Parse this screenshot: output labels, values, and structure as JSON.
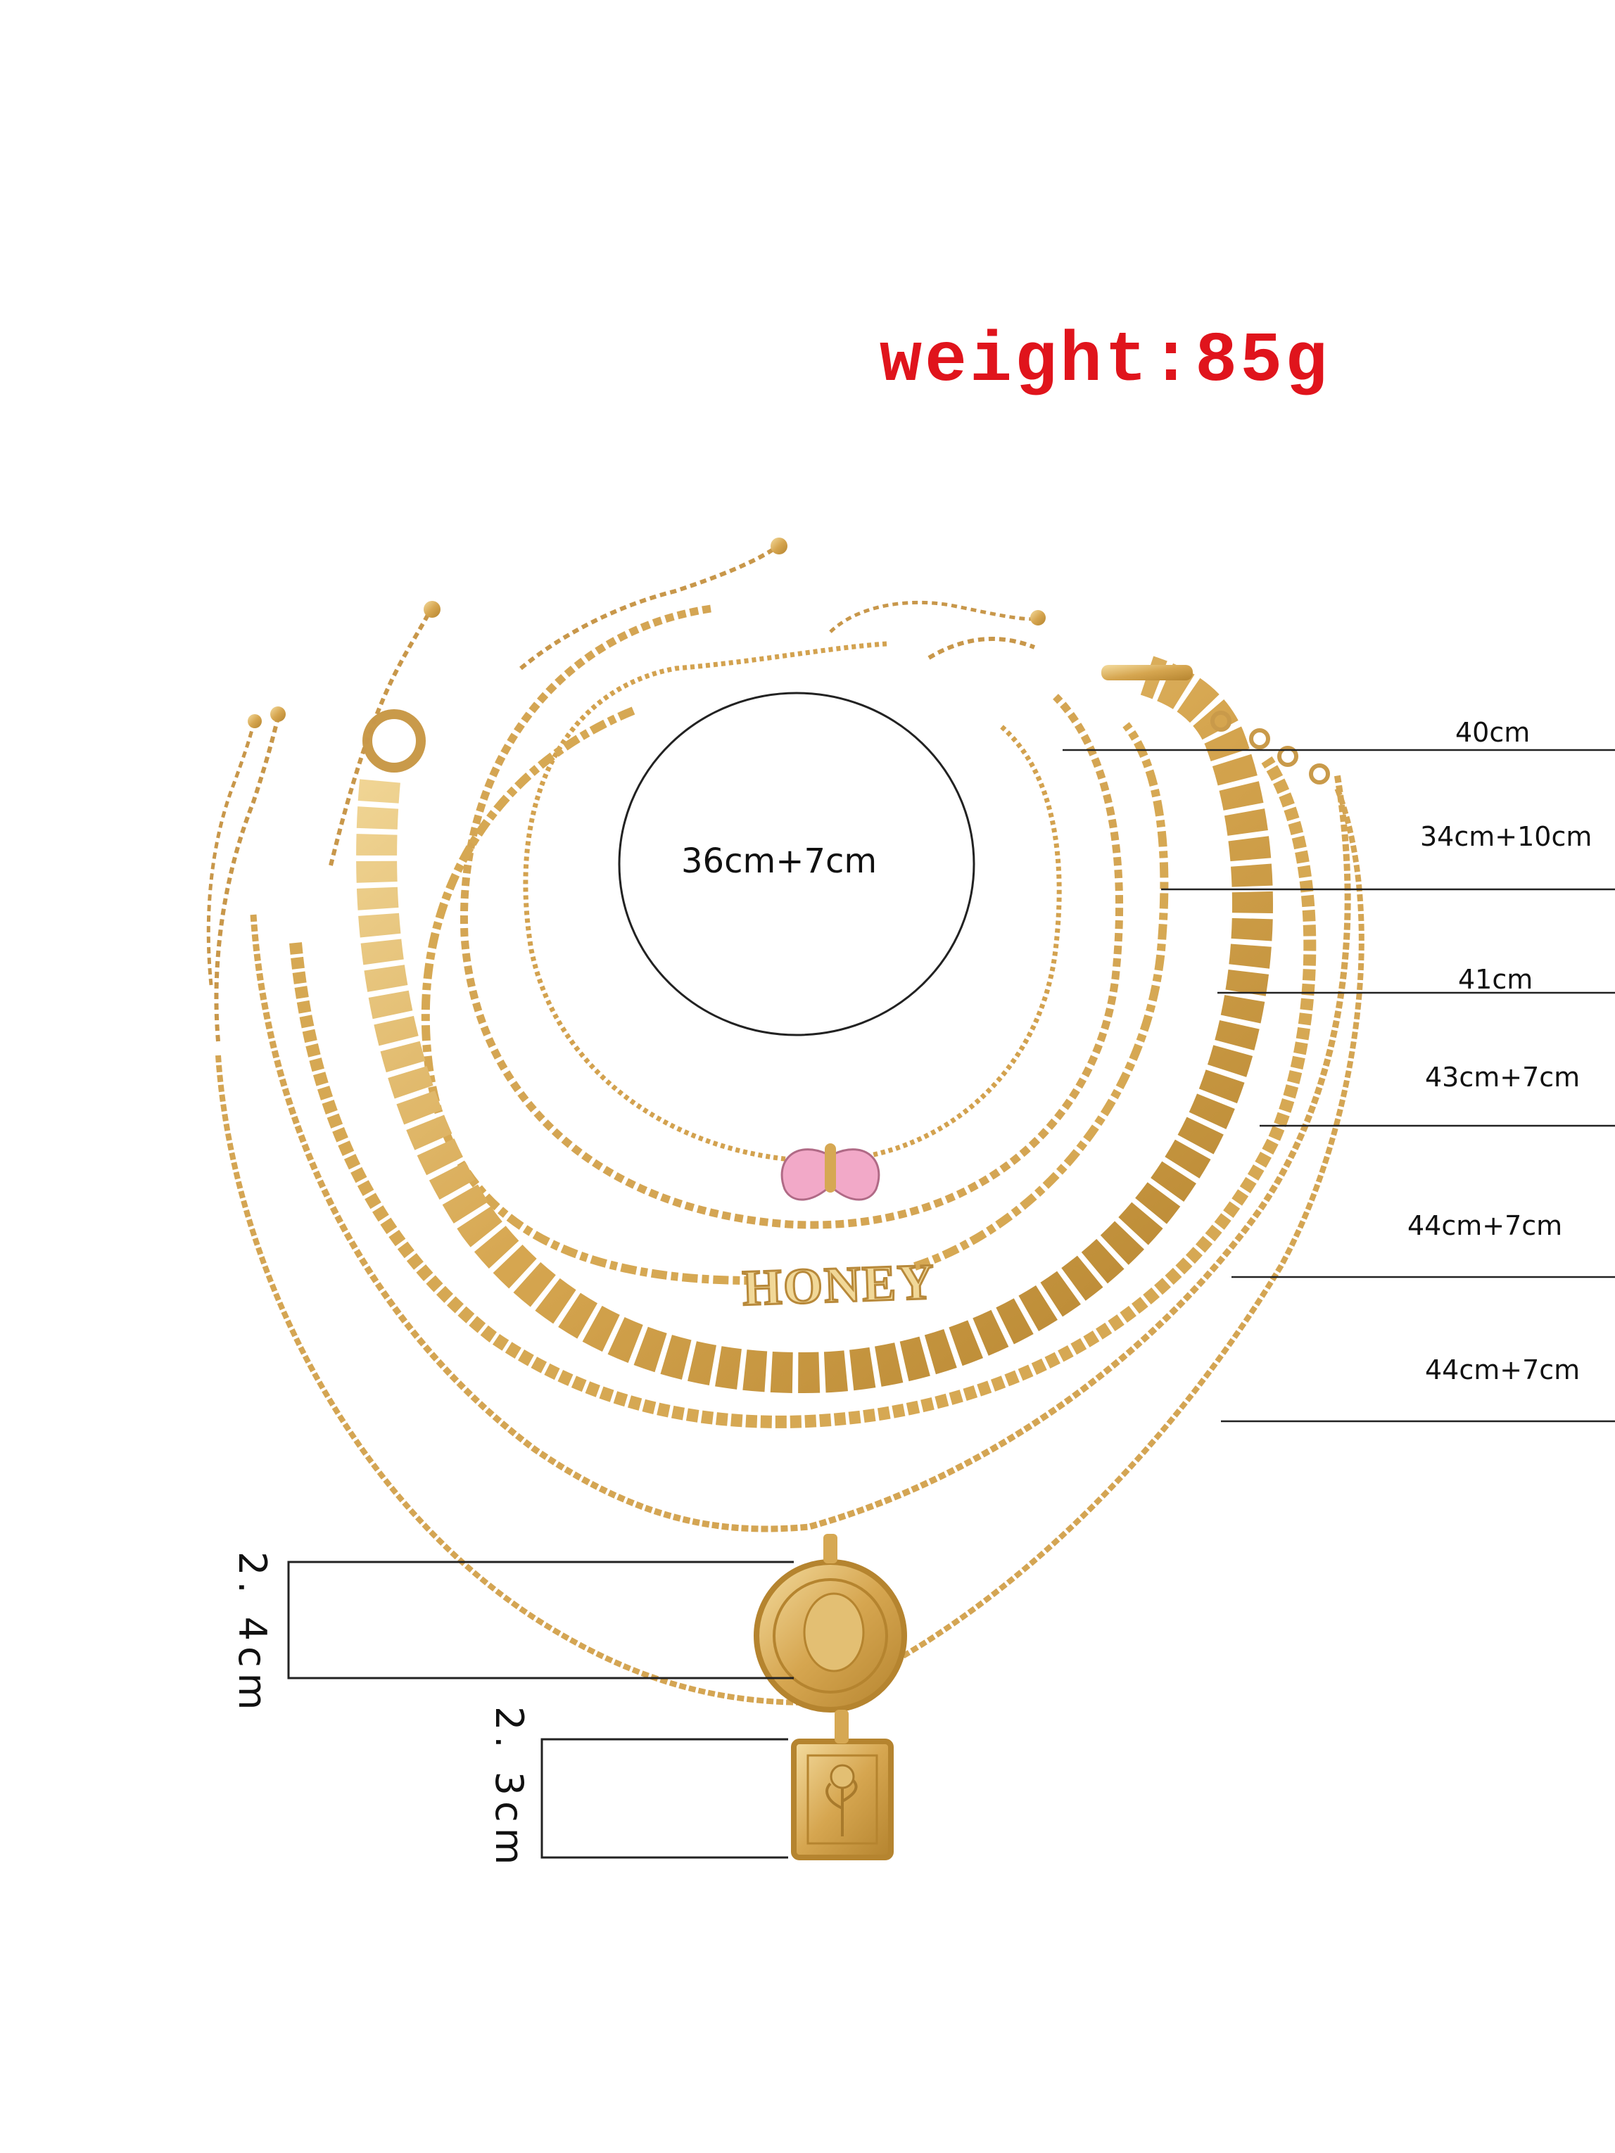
{
  "title": {
    "text": "weight:85g",
    "color": "#e0141c"
  },
  "circle_label": "36cm+7cm",
  "length_labels": [
    "40cm",
    "34cm+10cm",
    "41cm",
    "43cm+7cm",
    "44cm+7cm",
    "44cm+7cm"
  ],
  "pendant_labels": [
    "2. 4cm",
    "2. 3cm"
  ],
  "pendant_text": "HONEY",
  "colors": {
    "gold": "#d9ad5c",
    "gold_dark": "#b8893a",
    "gold_light": "#f1d898",
    "butterfly": "#f2a9c8",
    "line": "#222222"
  }
}
